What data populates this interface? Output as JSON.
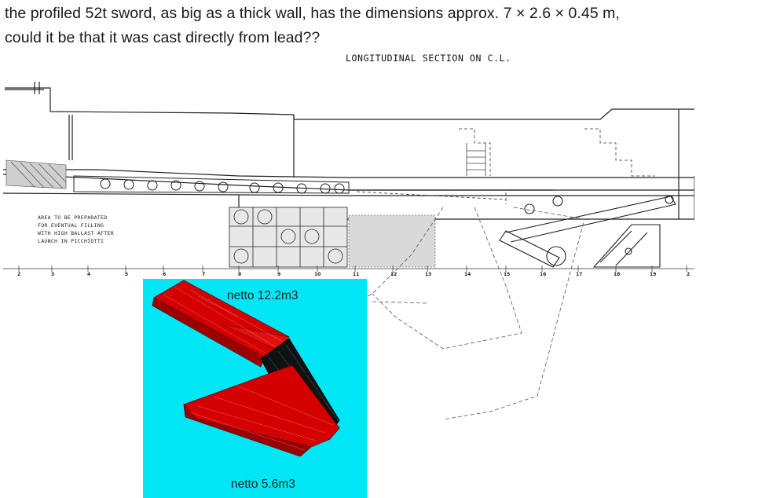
{
  "post": {
    "line1": "the profiled 52t sword, as big as a thick wall, has the dimensions approx. 7 × 2.6 × 0.45 m,",
    "line2": "could it be that it was cast directly from lead??"
  },
  "drawing": {
    "caption": "LONGITUDINAL SECTION ON C.L.",
    "note": [
      "AREA TO BE PREPARATED",
      "FOR EVENTUAL FILLING",
      "WITH HIGH BALLAST AFTER",
      "LAUNCH IN PICCHIOTTI"
    ],
    "frame_numbers": [
      "2",
      "3",
      "4",
      "5",
      "6",
      "7",
      "8",
      "9",
      "10",
      "11",
      "12",
      "13",
      "14",
      "15",
      "16",
      "17",
      "18",
      "19",
      "2"
    ]
  },
  "inset": {
    "top_label": "netto 12.2m3",
    "bottom_label": "netto 5.6m3",
    "background_color": "#00e6f5",
    "model_color": "#d40000",
    "hinge_color": "#111111"
  }
}
